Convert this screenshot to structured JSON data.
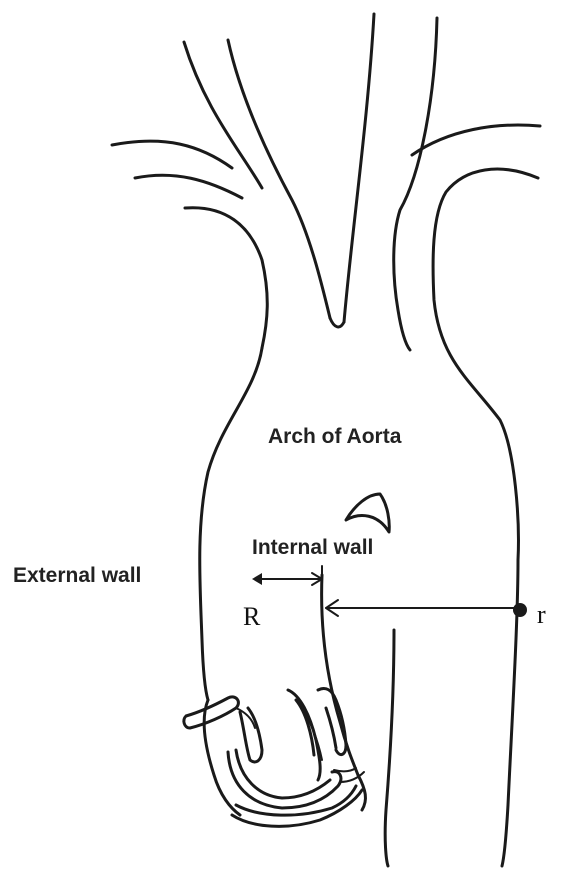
{
  "labels": {
    "arch": "Arch of Aorta",
    "internal_wall": "Internal wall",
    "external_wall": "External wall",
    "R": "R",
    "r": "r"
  }
}
